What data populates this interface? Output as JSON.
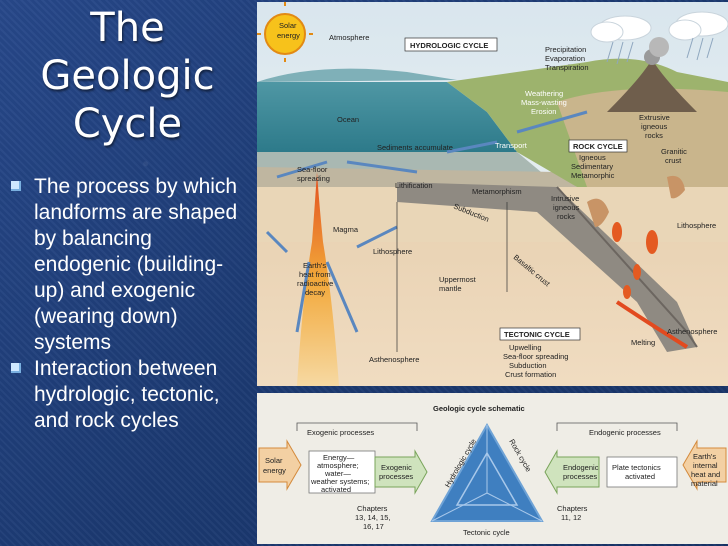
{
  "title": "The Geologic Cycle",
  "bullets": [
    "The process by which landforms are shaped by balancing endogenic (building-up) and exogenic (wearing down) systems",
    "Interaction between hydrologic, tectonic, and rock cycles"
  ],
  "top_diagram": {
    "labels": {
      "solar1": "Solar",
      "solar2": "energy",
      "atmosphere": "Atmosphere",
      "hydro_cycle": "HYDROLOGIC CYCLE",
      "precip": "Precipitation",
      "evap": "Evaporation",
      "transp": "Transpiration",
      "weathering": "Weathering",
      "masswasting": "Mass-wasting",
      "erosion": "Erosion",
      "ocean": "Ocean",
      "sediments": "Sediments accumulate",
      "transport": "Transport",
      "rock_cycle": "ROCK CYCLE",
      "extrusive1": "Extrusive",
      "extrusive2": "igneous",
      "extrusive3": "rocks",
      "granitic1": "Granitic",
      "granitic2": "crust",
      "igneous": "Igneous",
      "sedimentary": "Sedimentary",
      "metamorphic": "Metamorphic",
      "seafloor1": "Sea-floor",
      "seafloor2": "spreading",
      "lithification": "Lithification",
      "metamorphism": "Metamorphism",
      "intrusive1": "Intrusive",
      "intrusive2": "igneous",
      "intrusive3": "rocks",
      "subduction": "Subduction",
      "magma": "Magma",
      "lithosphere_left": "Lithosphere",
      "lithosphere_right": "Lithosphere",
      "basaltic": "Basaltic crust",
      "heat1": "Earth's",
      "heat2": "heat from",
      "heat3": "radioactive",
      "heat4": "decay",
      "mantle1": "Uppermost",
      "mantle2": "mantle",
      "tectonic_cycle": "TECTONIC CYCLE",
      "upwelling": "Upwelling",
      "sfs": "Sea-floor spreading",
      "subduction2": "Subduction",
      "crustform": "Crust formation",
      "melting": "Melting",
      "astheno_left": "Asthenosphere",
      "astheno_right": "Asthenosphere"
    }
  },
  "bottom_diagram": {
    "labels": {
      "schematic_title": "Geologic cycle schematic",
      "exogenic_processes": "Exogenic processes",
      "endogenic_processes": "Endogenic processes",
      "solar1": "Solar",
      "solar2": "energy",
      "energy1": "Energy—",
      "energy2": "atmosphere;",
      "energy3": "water—",
      "energy4": "weather systems;",
      "energy5": "activated",
      "exo_box1": "Exogenic",
      "exo_box2": "processes",
      "hydrologic": "Hydrologic cycle",
      "rock": "Rock cycle",
      "tectonic": "Tectonic cycle",
      "endo_box1": "Endogenic",
      "endo_box2": "processes",
      "plate1": "Plate tectonics",
      "plate2": "activated",
      "internal1": "Earth's",
      "internal2": "internal",
      "internal3": "heat and",
      "internal4": "material",
      "chapters_left1": "Chapters",
      "chapters_left2": "13, 14, 15,",
      "chapters_left3": "16, 17",
      "chapters_right1": "Chapters",
      "chapters_right2": "11, 12"
    }
  }
}
